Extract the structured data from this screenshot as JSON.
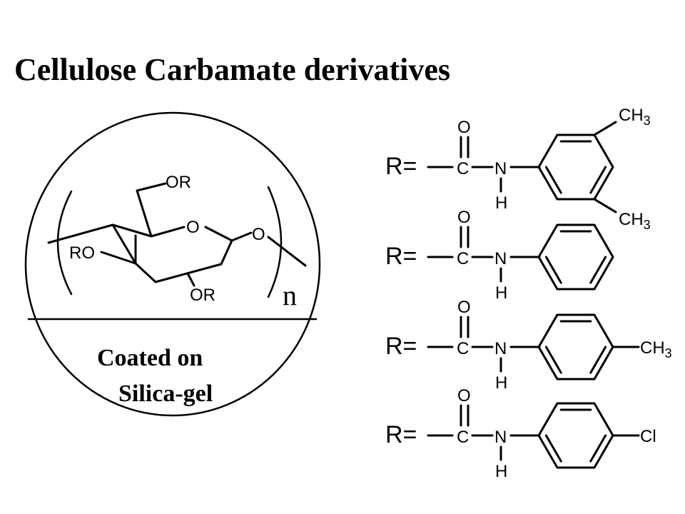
{
  "title": "Cellulose Carbamate derivatives",
  "backbone": {
    "labels": {
      "or_top": "OR",
      "ring_o": "O",
      "ro_left": "RO",
      "or_bottom": "OR",
      "glyco_o": "O",
      "repeat": "n"
    },
    "support_line1": "Coated on",
    "support_line2": "Silica-gel"
  },
  "substituents": [
    {
      "r_label": "R=",
      "carbonyl_o": "O",
      "carbonyl_c": "C",
      "amide_n": "N",
      "amide_h": "H",
      "ring": "3,5-dimethylphenyl",
      "groups": [
        {
          "base": "CH",
          "sub": "3"
        },
        {
          "base": "CH",
          "sub": "3"
        }
      ]
    },
    {
      "r_label": "R=",
      "carbonyl_o": "O",
      "carbonyl_c": "C",
      "amide_n": "N",
      "amide_h": "H",
      "ring": "phenyl",
      "groups": []
    },
    {
      "r_label": "R=",
      "carbonyl_o": "O",
      "carbonyl_c": "C",
      "amide_n": "N",
      "amide_h": "H",
      "ring": "4-methylphenyl",
      "groups": [
        {
          "base": "CH",
          "sub": "3"
        }
      ]
    },
    {
      "r_label": "R=",
      "carbonyl_o": "O",
      "carbonyl_c": "C",
      "amide_n": "N",
      "amide_h": "H",
      "ring": "4-chlorophenyl",
      "groups": [
        {
          "base": "Cl",
          "sub": ""
        }
      ]
    }
  ]
}
